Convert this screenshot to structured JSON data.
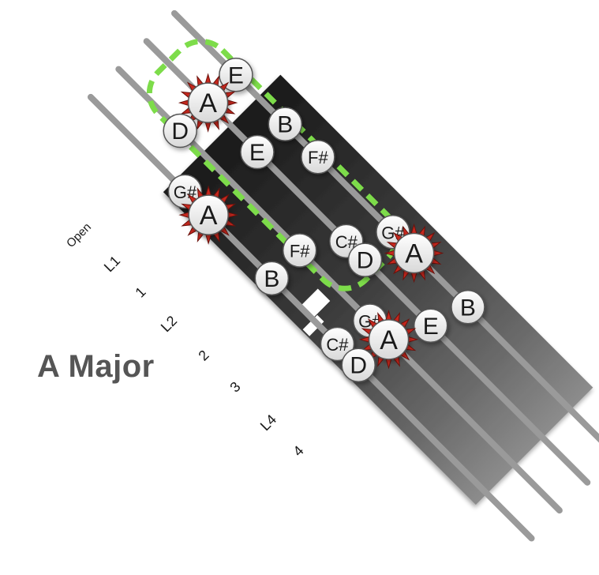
{
  "title": "A Major",
  "colors": {
    "root_star": "#c8281e",
    "highlight_box": "#7ddc4a",
    "note_fill": "#f4f4f4",
    "finger_marker": "#ffffff"
  },
  "position_labels": [
    "Open",
    "L1",
    "1",
    "L2",
    "2",
    "3",
    "L4",
    "4"
  ],
  "notes": [
    {
      "label": "E",
      "string": 4,
      "slot": -1.9,
      "root": false
    },
    {
      "label": "A",
      "string": 3,
      "slot": -1.9,
      "root": true
    },
    {
      "label": "D",
      "string": 2,
      "slot": -1.9,
      "root": false
    },
    {
      "label": "F#",
      "string": 4,
      "slot": 1.6,
      "root": false
    },
    {
      "label": "B",
      "string": 4,
      "slot": 0.2,
      "root": false
    },
    {
      "label": "E",
      "string": 3,
      "slot": 0.2,
      "root": false
    },
    {
      "label": "G#",
      "string": 1,
      "slot": -0.5,
      "root": false
    },
    {
      "label": "A",
      "string": 1,
      "slot": 0.5,
      "root": true
    },
    {
      "label": "G#",
      "string": 4,
      "slot": 4.8,
      "root": false
    },
    {
      "label": "A",
      "string": 4,
      "slot": 5.7,
      "root": true
    },
    {
      "label": "C#",
      "string": 3,
      "slot": 4.0,
      "root": false
    },
    {
      "label": "D",
      "string": 3,
      "slot": 4.8,
      "root": false
    },
    {
      "label": "F#",
      "string": 2,
      "slot": 3.2,
      "root": false
    },
    {
      "label": "B",
      "string": 1,
      "slot": 3.2,
      "root": false
    },
    {
      "label": "B",
      "string": 4,
      "slot": 8.0,
      "root": false
    },
    {
      "label": "E",
      "string": 3,
      "slot": 7.6,
      "root": false
    },
    {
      "label": "G#",
      "string": 2,
      "slot": 6.2,
      "root": false
    },
    {
      "label": "A",
      "string": 2,
      "slot": 7.0,
      "root": true
    },
    {
      "label": "C#",
      "string": 1,
      "slot": 6.0,
      "root": false
    },
    {
      "label": "D",
      "string": 1,
      "slot": 6.9,
      "root": false
    }
  ]
}
